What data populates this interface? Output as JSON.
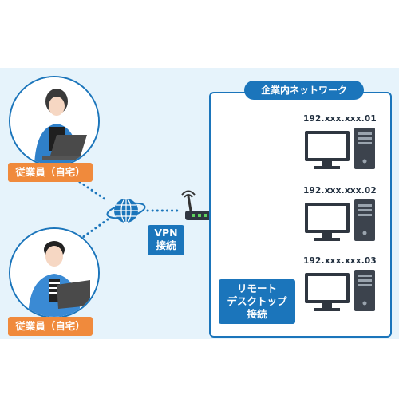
{
  "network_title": "企業内ネットワーク",
  "employees": [
    {
      "label": "従業員（自宅）"
    },
    {
      "label": "従業員（自宅）"
    }
  ],
  "vpn_label": "VPN\n接続",
  "remote_label": "リモート\nデスクトップ\n接続",
  "computers": [
    {
      "ip": "192.xxx.xxx.01"
    },
    {
      "ip": "192.xxx.xxx.02"
    },
    {
      "ip": "192.xxx.xxx.03"
    }
  ],
  "colors": {
    "accent_blue": "#1b75bb",
    "badge_orange": "#f08a3c",
    "panel_bg": "#e6f3fb"
  },
  "icons": [
    "globe-icon",
    "router-icon",
    "desktop-pc-icon",
    "person-laptop-icon"
  ]
}
